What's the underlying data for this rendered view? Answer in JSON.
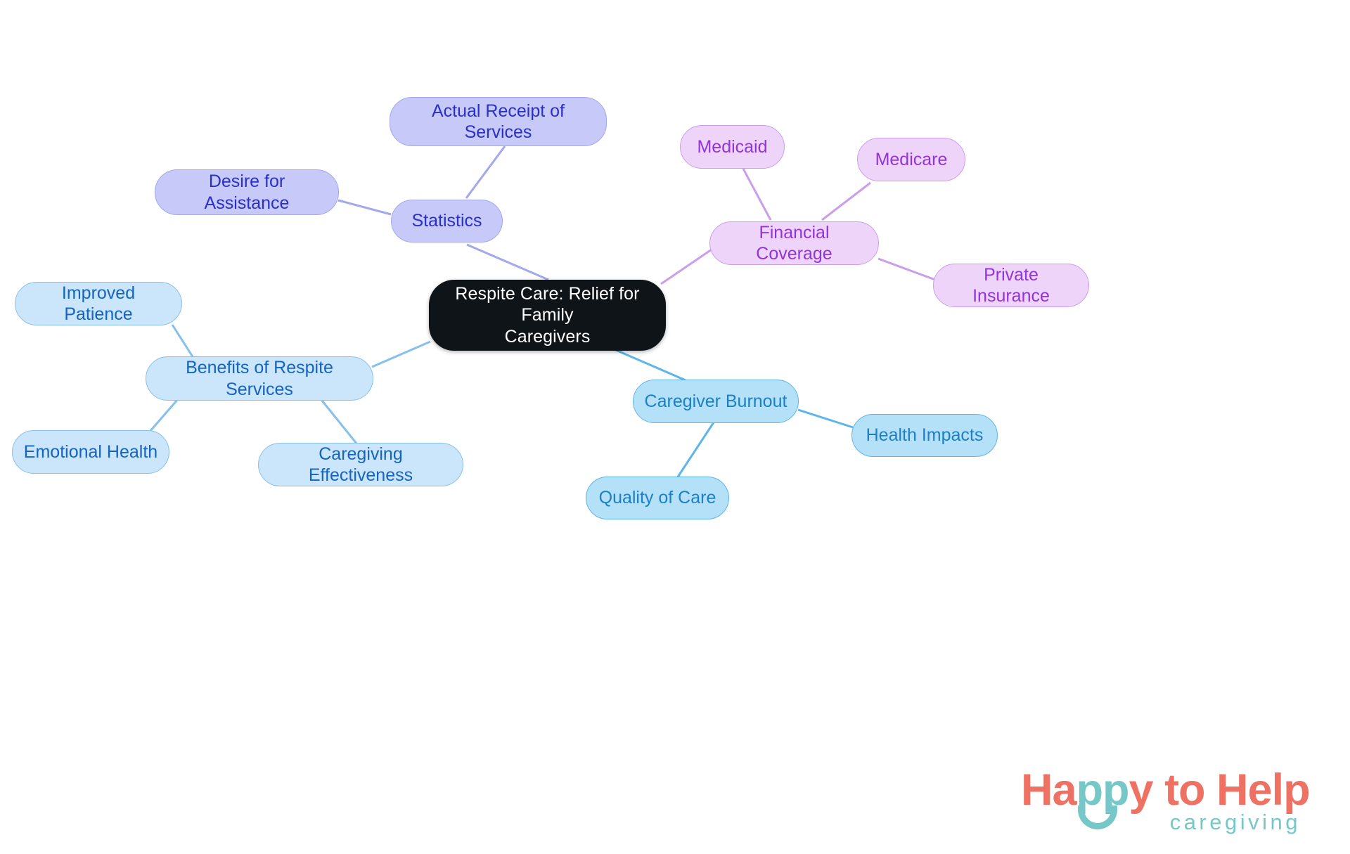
{
  "diagram": {
    "type": "mindmap",
    "title": "Respite Care: Relief for Family Caregivers",
    "root": {
      "id": "root",
      "label": "Respite Care: Relief for Family\nCaregivers",
      "color_fill": "#0f1419",
      "color_text": "#ffffff"
    },
    "branches": [
      {
        "id": "statistics",
        "label": "Statistics",
        "color_fill": "#c7caf8",
        "color_border": "#a3a8ec",
        "color_text": "#2a2fc9",
        "children": [
          {
            "id": "actual-receipt-of-services",
            "label": "Actual Receipt of Services"
          },
          {
            "id": "desire-for-assistance",
            "label": "Desire for Assistance"
          }
        ]
      },
      {
        "id": "financial-coverage",
        "label": "Financial Coverage",
        "color_fill": "#eed4f9",
        "color_border": "#cb9eea",
        "color_text": "#9333da",
        "children": [
          {
            "id": "medicaid",
            "label": "Medicaid"
          },
          {
            "id": "medicare",
            "label": "Medicare"
          },
          {
            "id": "private-insurance",
            "label": "Private Insurance"
          }
        ]
      },
      {
        "id": "benefits-of-respite-services",
        "label": "Benefits of Respite Services",
        "color_fill": "#cbe5fb",
        "color_border": "#86c0ec",
        "color_text": "#1565c0",
        "children": [
          {
            "id": "improved-patience",
            "label": "Improved Patience"
          },
          {
            "id": "emotional-health",
            "label": "Emotional Health"
          },
          {
            "id": "caregiving-effectiveness",
            "label": "Caregiving Effectiveness"
          }
        ]
      },
      {
        "id": "caregiver-burnout",
        "label": "Caregiver Burnout",
        "color_fill": "#b5e1f8",
        "color_border": "#5db5e9",
        "color_text": "#1c80c6",
        "children": [
          {
            "id": "health-impacts",
            "label": "Health Impacts"
          },
          {
            "id": "quality-of-care",
            "label": "Quality of Care"
          }
        ]
      }
    ]
  },
  "logo": {
    "word_happy_ha": "Ha",
    "word_happy_pp": "pp",
    "word_happy_y": "y",
    "word_to_help": " to Help",
    "tagline": "caregiving",
    "color_coral": "#ee7264",
    "color_teal": "#76c8c8"
  }
}
